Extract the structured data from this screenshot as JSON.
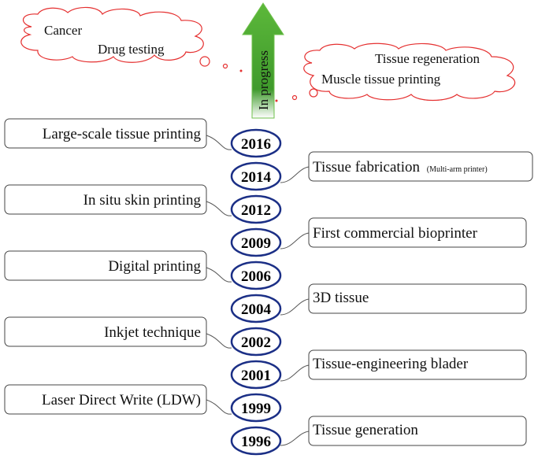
{
  "arrow_label": "In progress",
  "arrow_color": "#3a9a2a",
  "cloud_color": "#e53030",
  "ellipse_color": "#1b2f86",
  "clouds": {
    "left": {
      "line1": "Cancer",
      "line2": "Drug testing"
    },
    "right": {
      "line1": "Tissue regeneration",
      "line2": "Muscle tissue printing"
    }
  },
  "years": [
    "2016",
    "2014",
    "2012",
    "2009",
    "2006",
    "2004",
    "2002",
    "2001",
    "1999",
    "1996"
  ],
  "left_events": [
    {
      "year": "2016",
      "label": "Large-scale tissue printing"
    },
    {
      "year": "2012",
      "label": "In situ skin printing"
    },
    {
      "year": "2006",
      "label": "Digital printing"
    },
    {
      "year": "2002",
      "label": "Inkjet technique"
    },
    {
      "year": "1999",
      "label": "Laser Direct Write (LDW)"
    }
  ],
  "right_events": [
    {
      "year": "2014",
      "label": "Tissue fabrication",
      "note": "(Multi-arm printer)"
    },
    {
      "year": "2009",
      "label": "First commercial bioprinter",
      "note": ""
    },
    {
      "year": "2004",
      "label": "3D tissue",
      "note": ""
    },
    {
      "year": "2001",
      "label": "Tissue-engineering blader",
      "note": ""
    },
    {
      "year": "1996",
      "label": "Tissue generation",
      "note": ""
    }
  ]
}
